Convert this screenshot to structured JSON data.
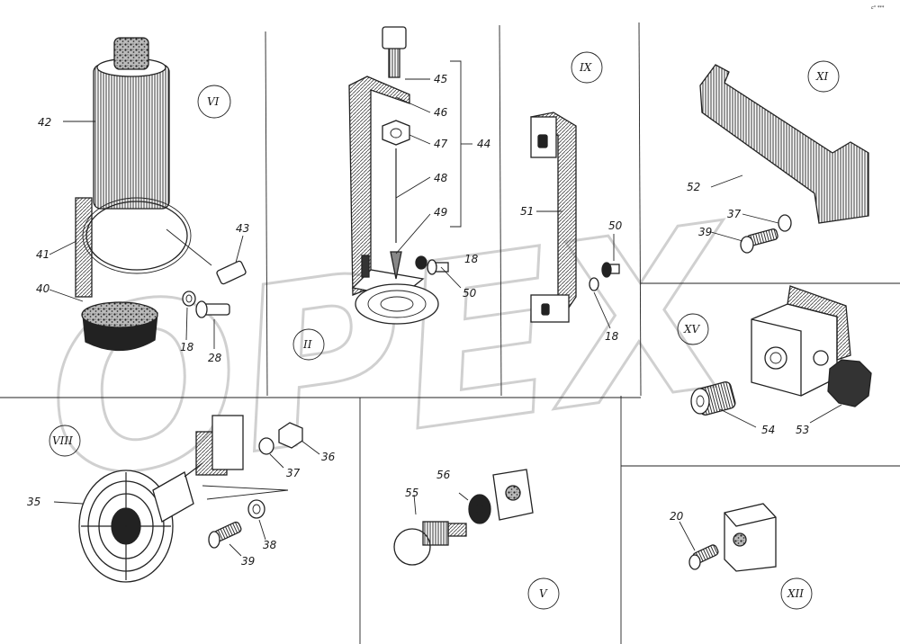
{
  "corner_mark": "c° ***",
  "watermark": "OPEX",
  "groups": {
    "vi": "VI",
    "ii": "II",
    "ix": "IX",
    "xi": "XI",
    "xv": "XV",
    "viii": "VIII",
    "v": "V",
    "xii": "XII"
  },
  "labels": {
    "p42": "42",
    "p41": "41",
    "p40": "40",
    "p43": "43",
    "p18a": "18",
    "p28": "28",
    "p45": "45",
    "p46": "46",
    "p47": "47",
    "p44": "44",
    "p48": "48",
    "p49": "49",
    "p18b": "18",
    "p50a": "50",
    "p51": "51",
    "p50b": "50",
    "p18c": "18",
    "p52": "52",
    "p37a": "37",
    "p39a": "39",
    "p54": "54",
    "p53": "53",
    "p35": "35",
    "p36": "36",
    "p37b": "37",
    "p38": "38",
    "p39b": "39",
    "p55": "55",
    "p56": "56",
    "p20": "20"
  }
}
